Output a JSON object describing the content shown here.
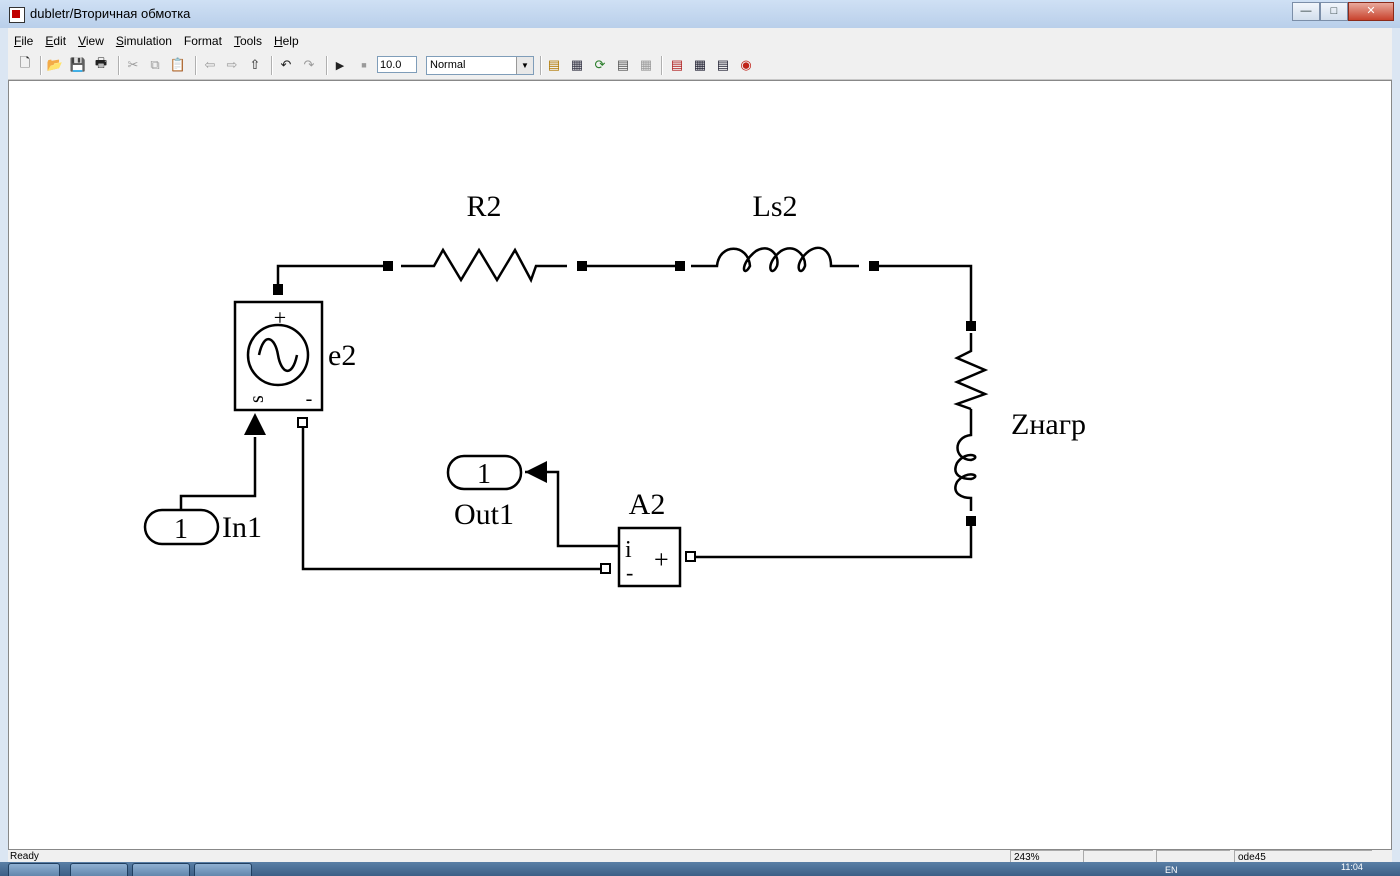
{
  "window": {
    "title": "dubletr/Вторичная  обмотка"
  },
  "titlebar_buttons": {
    "minimize": "—",
    "maximize": "□",
    "close": "✕"
  },
  "menubar": {
    "items": [
      {
        "first": "F",
        "rest": "ile"
      },
      {
        "first": "E",
        "rest": "dit"
      },
      {
        "first": "V",
        "rest": "iew"
      },
      {
        "first": "S",
        "rest": "imulation"
      },
      {
        "first": "",
        "rest": "Format"
      },
      {
        "first": "T",
        "rest": "ools"
      },
      {
        "first": "H",
        "rest": "elp"
      }
    ]
  },
  "toolbar": {
    "icons": {
      "new": "🗋",
      "open": "📂",
      "save": "💾",
      "print": "🖶",
      "cut": "✂",
      "copy": "⧉",
      "paste": "📋",
      "back": "⇦",
      "forward": "⇨",
      "up": "⇧",
      "undo": "↶",
      "redo": "↷",
      "start": "▶",
      "stop": "■",
      "build": "▤",
      "update": "⟳",
      "library": "▦",
      "debugger": "◉"
    },
    "stop_time": "10.0",
    "sim_mode": "Normal"
  },
  "diagram": {
    "labels": {
      "r2": "R2",
      "ls2": "Ls2",
      "e2": "e2",
      "load": "Zнагр",
      "a2": "A2",
      "out1": "Out1",
      "in1": "In1",
      "out1_port": "1",
      "in1_port": "1",
      "source_plus": "+",
      "source_minus": "-",
      "source_s": "s",
      "ammeter_i": "i",
      "ammeter_minus": "-",
      "ammeter_plus": "+"
    }
  },
  "statusbar": {
    "status": "Ready",
    "zoom": "243%",
    "solver": "ode45"
  },
  "taskbar": {
    "lang": "EN",
    "clock": "11:04"
  }
}
